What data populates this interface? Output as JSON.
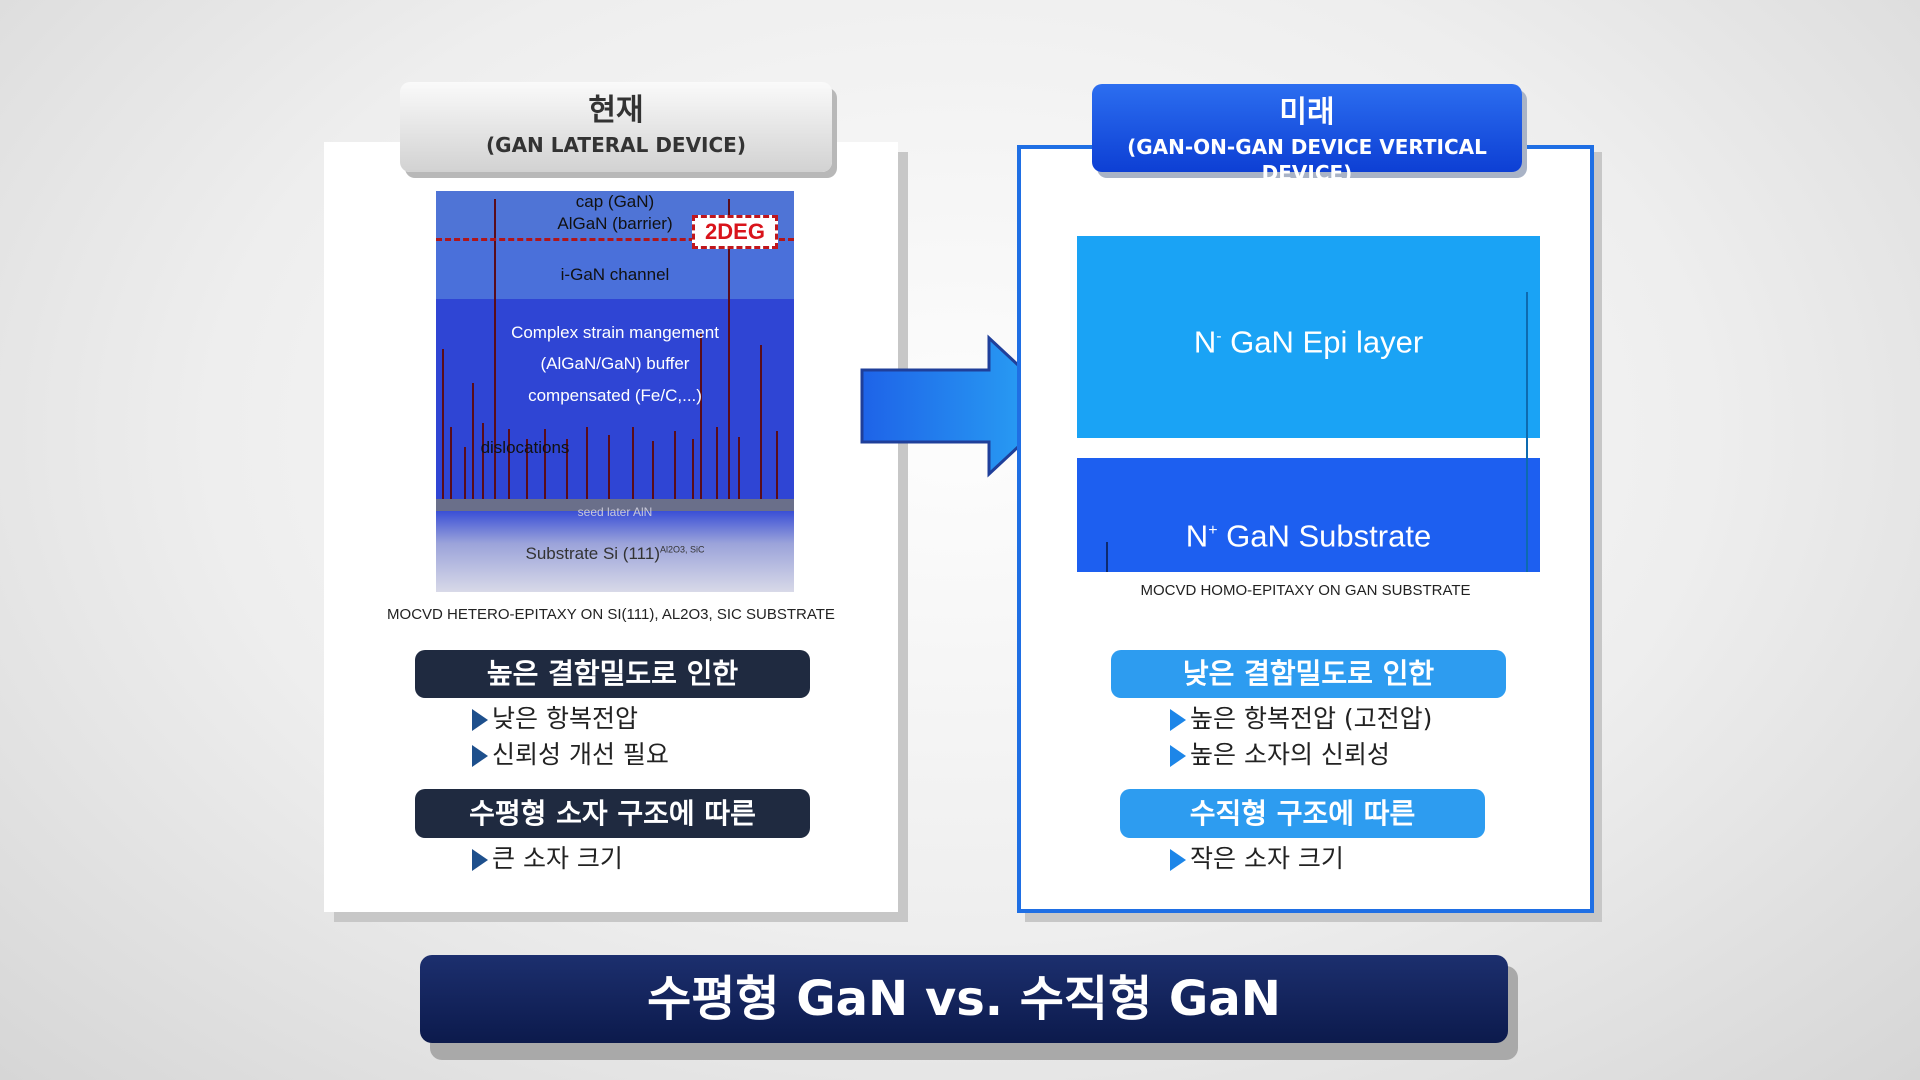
{
  "left": {
    "title": "현재",
    "subtitle": "(GAN LATERAL DEVICE)",
    "diagram": {
      "cap": "cap (GaN)",
      "barrier": "AlGaN (barrier)",
      "deg": "2DEG",
      "channel": "i-GaN channel",
      "buffer_line1": "Complex strain mangement",
      "buffer_line2": "(AlGaN/GaN) buffer",
      "buffer_line3": "compensated (Fe/C,...)",
      "dislocations": "dislocations",
      "seed": "seed later AlN",
      "substrate": "Substrate Si (111)",
      "substrate_sup": "Al2O3, SiC"
    },
    "caption": "MOCVD HETERO-EPITAXY  ON SI(111), AL2O3, SIC SUBSTRATE",
    "pill1": "높은 결함밀도로 인한",
    "bullets1": [
      "낮은 항복전압",
      "신뢰성 개선 필요"
    ],
    "pill2": "수평형 소자 구조에 따른",
    "bullets2": [
      "큰 소자 크기"
    ]
  },
  "right": {
    "title": "미래",
    "subtitle": "(GAN-ON-GAN DEVICE VERTICAL DEVICE)",
    "epi_prefix": "N",
    "epi_sup": "-",
    "epi_label": " GaN Epi layer",
    "sub_prefix": "N",
    "sub_sup": "+",
    "sub_label": " GaN Substrate",
    "caption": "MOCVD HOMO-EPITAXY  ON GAN SUBSTRATE",
    "pill1": "낮은 결함밀도로 인한",
    "bullets1": [
      "높은 항복전압 (고전압)",
      "높은 소자의 신뢰성"
    ],
    "pill2": "수직형 구조에 따른",
    "bullets2": [
      "작은 소자 크기"
    ]
  },
  "banner": "수평형 GaN vs. 수직형 GaN",
  "colors": {
    "dark_navy": "#1f2a40",
    "accent_blue": "#2d9cf0",
    "header_blue": "#1f5ae6",
    "deg_red": "#d9141b",
    "epi_cyan": "#1aa3f5",
    "substrate_blue": "#1d5ff0"
  }
}
